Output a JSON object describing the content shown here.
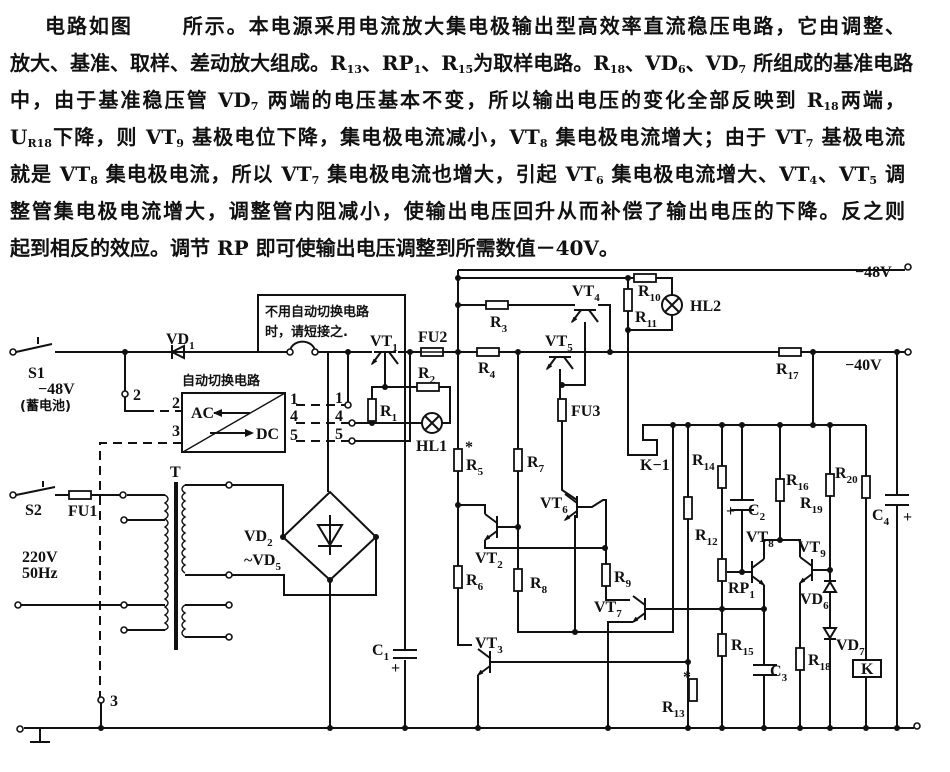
{
  "paragraph": {
    "lines": [
      [
        "电路如图",
        {
          "gap": true
        },
        "所示。本电源采用电流放大集电极输出型高效率直流稳压电路，它由调整、"
      ],
      [
        "放大、基准、取样、差动放大组成。R",
        {
          "sub": "13"
        },
        "、RP",
        {
          "sub": "1"
        },
        "、R",
        {
          "sub": "15"
        },
        "为取样电路。R",
        {
          "sub": "18"
        },
        "、VD",
        {
          "sub": "6"
        },
        "、VD",
        {
          "sub": "7"
        },
        " 所组成的基准电路"
      ],
      [
        "中，由于基准稳压管 VD",
        {
          "sub": "7"
        },
        " 两端的电压基本不变，所以输出电压的变化全部反映到 R",
        {
          "sub": "18"
        },
        "两端，"
      ],
      [
        "U",
        {
          "sub": "R18"
        },
        "下降，则 VT",
        {
          "sub": "9"
        },
        " 基极电位下降，集电极电流减小，VT",
        {
          "sub": "8"
        },
        " 集电极电流增大；由于 VT",
        {
          "sub": "7"
        },
        " 基极电流"
      ],
      [
        "就是 VT",
        {
          "sub": "8"
        },
        " 集电极电流，所以 VT",
        {
          "sub": "7"
        },
        " 集电极电流也增大，引起 VT",
        {
          "sub": "6"
        },
        " 集电极电流增大、VT",
        {
          "sub": "4"
        },
        "、VT",
        {
          "sub": "5"
        },
        " 调"
      ],
      [
        "整管集电极电流增大，调整管内阻减小，使输出电压回升从而补偿了输出电压的下降。反之则"
      ],
      [
        "起到相反的效应。调节 RP 即可使输出电压调整到所需数值－40V。"
      ]
    ]
  },
  "diagram": {
    "labels": {
      "s1": [
        "S1",
        ""
      ],
      "v48in": [
        "−48V",
        ""
      ],
      "battery": [
        "(蓄电池)",
        ""
      ],
      "s2": [
        "S2",
        ""
      ],
      "fu1": [
        "FU1",
        ""
      ],
      "ac220": [
        "220V",
        ""
      ],
      "hz50": [
        "50Hz",
        ""
      ],
      "t": [
        "T",
        ""
      ],
      "vd1": [
        "VD",
        "1"
      ],
      "vd2": [
        "VD",
        "2"
      ],
      "vd5": [
        "~VD",
        "5"
      ],
      "c1": [
        "C",
        "1"
      ],
      "vt1": [
        "VT",
        "1"
      ],
      "fu2": [
        "FU2",
        ""
      ],
      "r1": [
        "R",
        "1"
      ],
      "r2": [
        "R",
        "2"
      ],
      "hl1": [
        "HL1",
        ""
      ],
      "r3": [
        "R",
        "3"
      ],
      "r4": [
        "R",
        "4"
      ],
      "vt4": [
        "VT",
        "4"
      ],
      "vt5": [
        "VT",
        "5"
      ],
      "r10": [
        "R",
        "10"
      ],
      "r11": [
        "R",
        "11"
      ],
      "hl2": [
        "HL2",
        ""
      ],
      "v48out": [
        "−48V",
        ""
      ],
      "v40out": [
        "−40V",
        ""
      ],
      "r17": [
        "R",
        "17"
      ],
      "fu3": [
        "FU3",
        ""
      ],
      "k1": [
        "K−1",
        ""
      ],
      "r5": [
        "R",
        "5"
      ],
      "r6": [
        "R",
        "6"
      ],
      "r7": [
        "R",
        "7"
      ],
      "r8": [
        "R",
        "8"
      ],
      "r9": [
        "R",
        "9"
      ],
      "vt2": [
        "VT",
        "2"
      ],
      "vt3": [
        "VT",
        "3"
      ],
      "vt6": [
        "VT",
        "6"
      ],
      "vt7": [
        "VT",
        "7"
      ],
      "vt8": [
        "VT",
        "8"
      ],
      "vt9": [
        "VT",
        "9"
      ],
      "r12": [
        "R",
        "12"
      ],
      "r13": [
        "R",
        "13"
      ],
      "r14": [
        "R",
        "14"
      ],
      "r15": [
        "R",
        "15"
      ],
      "r16": [
        "R",
        "16"
      ],
      "r18": [
        "R",
        "18"
      ],
      "r19": [
        "R",
        "19"
      ],
      "r20": [
        "R",
        "20"
      ],
      "rp1": [
        "RP",
        "1"
      ],
      "c2": [
        "C",
        "2"
      ],
      "c3": [
        "C",
        "3"
      ],
      "c4": [
        "C",
        "4"
      ],
      "vd6": [
        "VD",
        "6"
      ],
      "vd7": [
        "VD",
        "7"
      ],
      "k": [
        "K",
        ""
      ],
      "pin1": [
        "1",
        ""
      ],
      "pin2": [
        "2",
        ""
      ],
      "pin3": [
        "3",
        ""
      ],
      "pin4": [
        "4",
        ""
      ],
      "pin5": [
        "5",
        ""
      ],
      "tpin1": [
        "1",
        ""
      ],
      "tpin2": [
        "2",
        ""
      ],
      "tpin3": [
        "3",
        ""
      ],
      "tpin4": [
        "4",
        ""
      ],
      "tpin5": [
        "5",
        ""
      ],
      "ac": [
        "AC",
        ""
      ],
      "dc": [
        "DC",
        ""
      ],
      "star5": [
        "*",
        ""
      ],
      "star13": [
        "*",
        ""
      ],
      "plus1": [
        "+",
        ""
      ],
      "plus2": [
        "+",
        ""
      ],
      "plus4": [
        "+",
        ""
      ]
    },
    "auto_switch_title": "自动切换电路",
    "note_line1": "不用自动切换电路",
    "note_line2": "时，请短接之."
  }
}
